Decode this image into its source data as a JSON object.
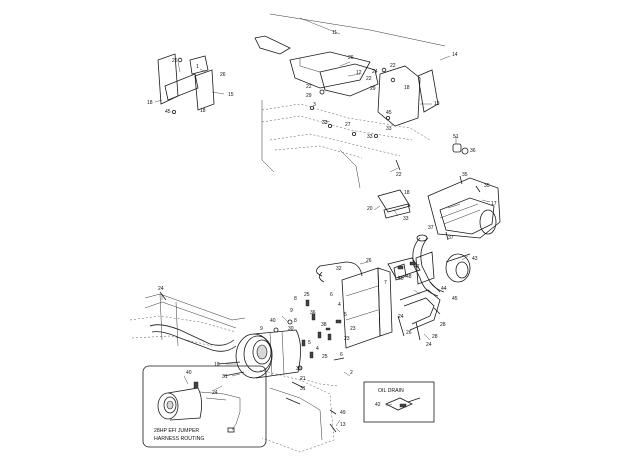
{
  "callouts": {
    "c11": "11",
    "c14": "14",
    "c26a": "26",
    "c1": "1",
    "c26b": "26",
    "c15": "15",
    "c18a": "18",
    "c45a": "45",
    "c18b": "18",
    "c26c": "26",
    "c12": "12",
    "c24a": "24",
    "c22a": "22",
    "c22b": "22",
    "c29": "29",
    "c22c": "22",
    "c3": "3",
    "c33a": "33",
    "c27": "27",
    "c18c": "18",
    "c13": "13",
    "c45b": "45",
    "c33b": "33",
    "c33c": "33",
    "c22d": "22",
    "c51": "51",
    "c36": "36",
    "c35a": "35",
    "c35b": "35",
    "c18d": "18",
    "c20": "20",
    "c33d": "33",
    "c17": "17",
    "c37a": "37",
    "c37b": "37",
    "c43": "43",
    "c26d": "26",
    "c47": "47",
    "c48": "48",
    "c50": "50",
    "c32": "32",
    "c7": "7",
    "c44": "44",
    "c45c": "45",
    "c24b": "24",
    "c8": "8",
    "c25": "25",
    "c6": "6",
    "c4": "4",
    "c5": "5",
    "c40a": "40",
    "c9": "9",
    "c30": "30",
    "c38": "38",
    "c23a": "23",
    "c24c": "24",
    "c28a": "28",
    "c26e": "26",
    "c23b": "23",
    "c10": "10",
    "c31a": "31",
    "c39": "39",
    "c21": "21",
    "c24d": "24",
    "c28b": "28",
    "c2": "2",
    "c31b": "31",
    "c40b": "40",
    "c49": "49",
    "c13b": "13",
    "c42": "42"
  },
  "insets": {
    "harness_label_line1": "28HP EFI JUMPER",
    "harness_label_line2": "HARNESS ROUTING",
    "oil_drain_title": "OIL DRAIN"
  }
}
